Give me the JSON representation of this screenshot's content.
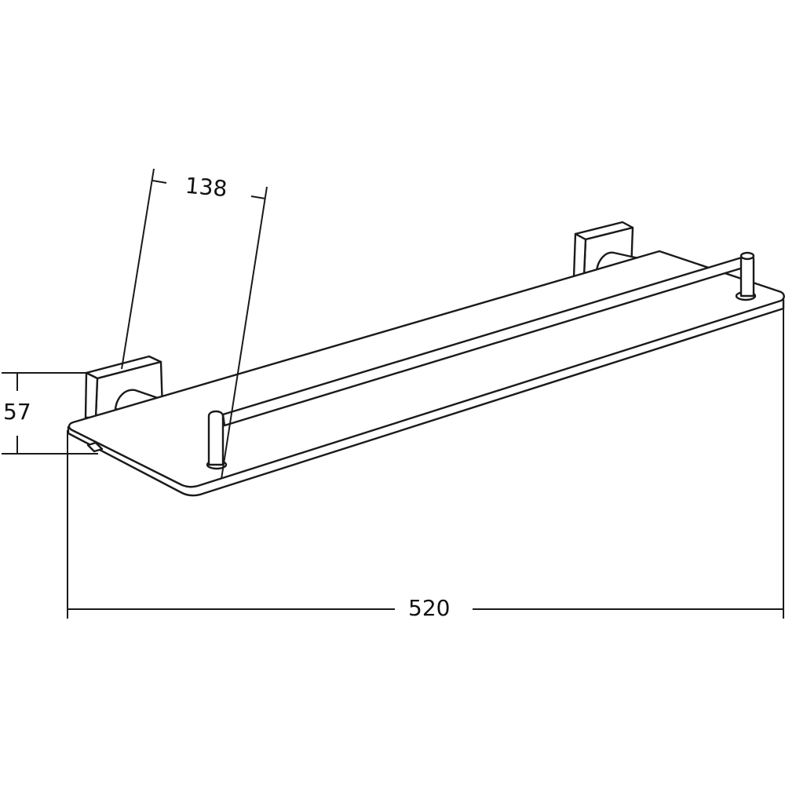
{
  "drawing": {
    "subject": "Wall-mounted glass shelf with front rail",
    "units": "mm",
    "line_color": "#1a1a1a",
    "background_color": "#ffffff"
  },
  "dimensions": {
    "depth": {
      "label": "138",
      "description": "shelf depth from wall"
    },
    "height": {
      "label": "57",
      "description": "mounting bracket height"
    },
    "width": {
      "label": "520",
      "description": "overall shelf width"
    }
  }
}
